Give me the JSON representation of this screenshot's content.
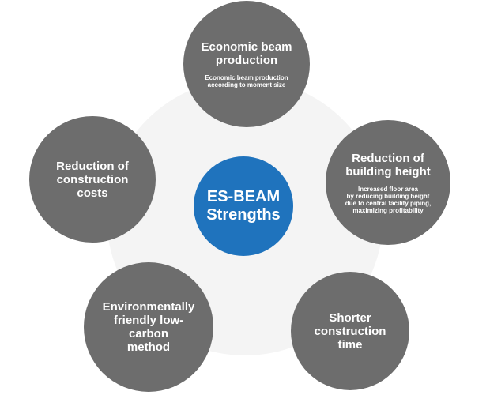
{
  "center": {
    "label": "ES-BEAM\nStrengths"
  },
  "nodes": {
    "top": {
      "title": "Economic beam\nproduction",
      "desc": "Economic beam production\naccording to moment size"
    },
    "right": {
      "title": "Reduction of\nbuilding height",
      "desc": "Increased floor area\nby reducing building height\ndue to central facility piping,\nmaximizing profitability"
    },
    "left": {
      "title": "Reduction of\nconstruction costs"
    },
    "bottom_left": {
      "title": "Environmentally\nfriendly low-carbon\nmethod"
    },
    "bottom_right": {
      "title": "Shorter\nconstruction time"
    }
  },
  "colors": {
    "node": "#6d6d6d",
    "center": "#1f73bd",
    "backdrop": "#f4f4f4"
  }
}
